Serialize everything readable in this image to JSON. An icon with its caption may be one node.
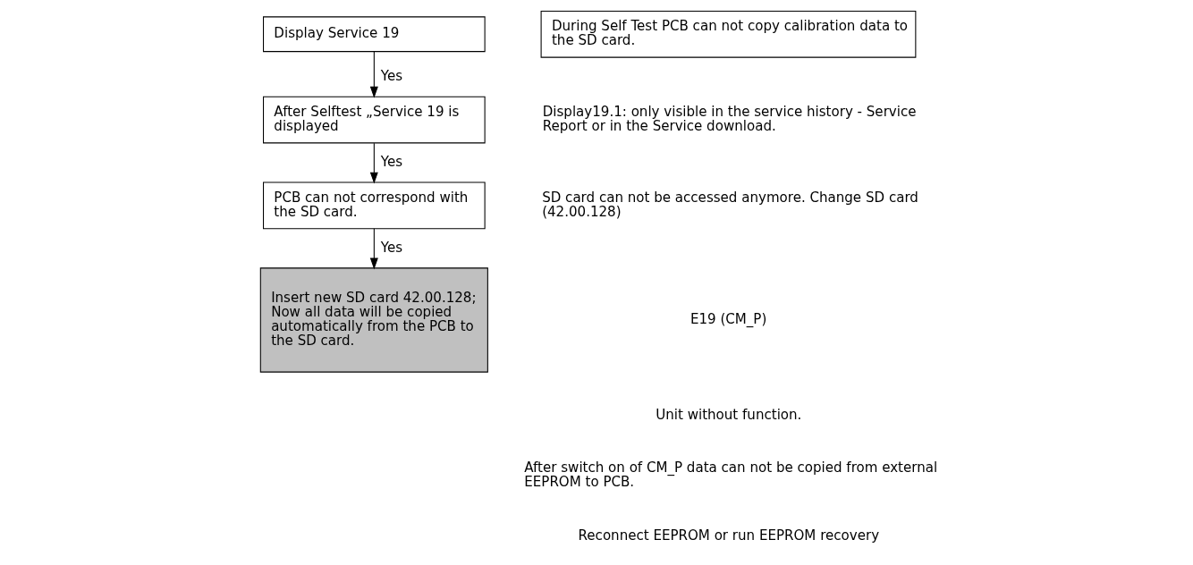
{
  "diagram": {
    "nodes": [
      {
        "text": [
          "Display Service 19"
        ]
      },
      {
        "text": [
          "After Selftest „Service 19 is displayed"
        ]
      },
      {
        "text": [
          "PCB can not correspond with the SD card."
        ]
      },
      {
        "text": [
          "Insert new SD card 42.00.128;  Now all data will be copied automatically from the PCB to the SD card."
        ]
      },
      {
        "text": [
          "During Self Test PCB can not copy calibration data to the SD card."
        ]
      }
    ],
    "edges": [
      {
        "from": 0,
        "to": 1,
        "arrow": "to",
        "label": "Yes"
      },
      {
        "from": 1,
        "to": 2,
        "arrow": "to",
        "label": "Yes"
      },
      {
        "from": 2,
        "to": 3,
        "arrow": "to",
        "label": "Yes"
      }
    ],
    "labels": [
      "Display19.1: only visible in the service history - Service Report or in the Service download.",
      "SD card can not be accessed anymore. Change SD card (42.00.128)",
      "E19 (CM_P)",
      "Unit without function.",
      "After switch on of CM_P data can not be copied from external EEPROM to PCB.",
      "Reconnect EEPROM or run EEPROM recovery"
    ]
  }
}
